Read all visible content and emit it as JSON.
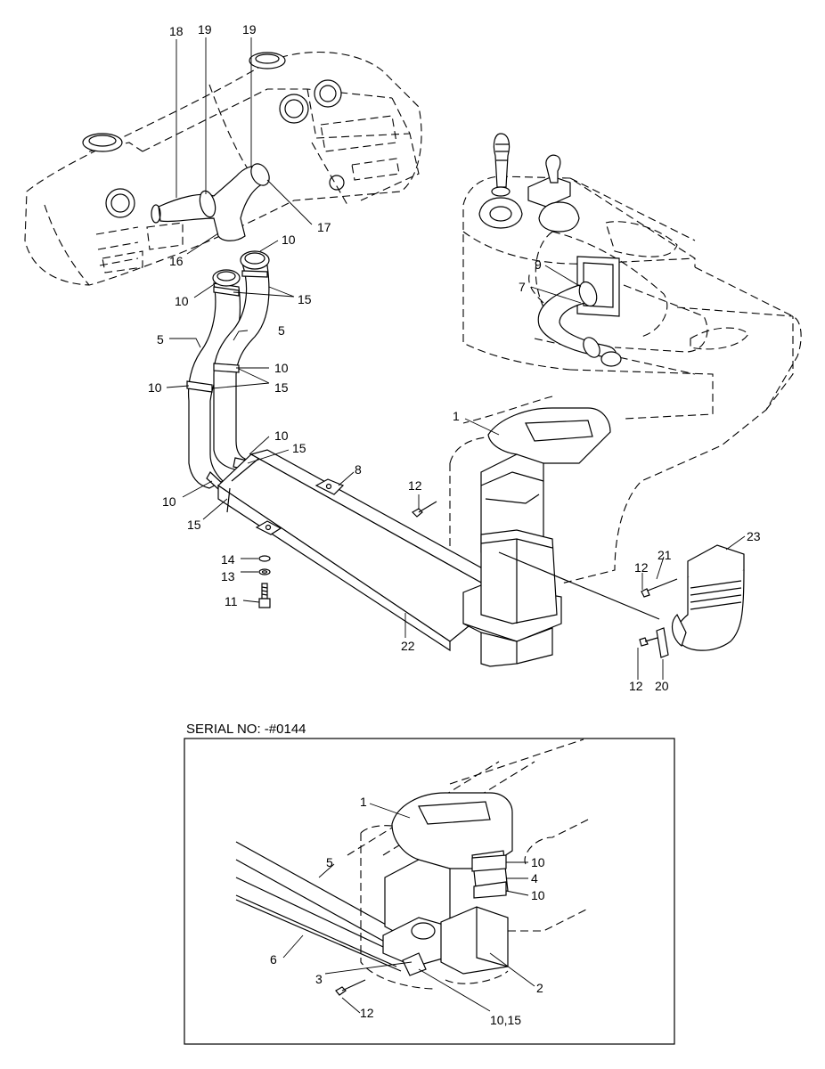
{
  "serial_note": "SERIAL NO: -#0144",
  "labels": {
    "l18": "18",
    "l19a": "19",
    "l19b": "19",
    "l17": "17",
    "l16": "16",
    "l10a": "10",
    "l10b": "10",
    "l15a": "15",
    "l5a": "5",
    "l5b": "5",
    "l10c": "10",
    "l10d": "10",
    "l15b": "15",
    "l10e": "10",
    "l15c": "15",
    "l10f": "10",
    "l15d": "15",
    "l9": "9",
    "l7": "7",
    "l1": "1",
    "l8": "8",
    "l12a": "12",
    "l14": "14",
    "l13": "13",
    "l11": "11",
    "l22": "22",
    "l23": "23",
    "l21": "21",
    "l12b": "12",
    "l12c": "12",
    "l20": "20",
    "i1": "1",
    "i5": "5",
    "i10a": "10",
    "i4": "4",
    "i10b": "10",
    "i6": "6",
    "i3": "3",
    "i2": "2",
    "i12": "12",
    "i1015": "10,15"
  }
}
